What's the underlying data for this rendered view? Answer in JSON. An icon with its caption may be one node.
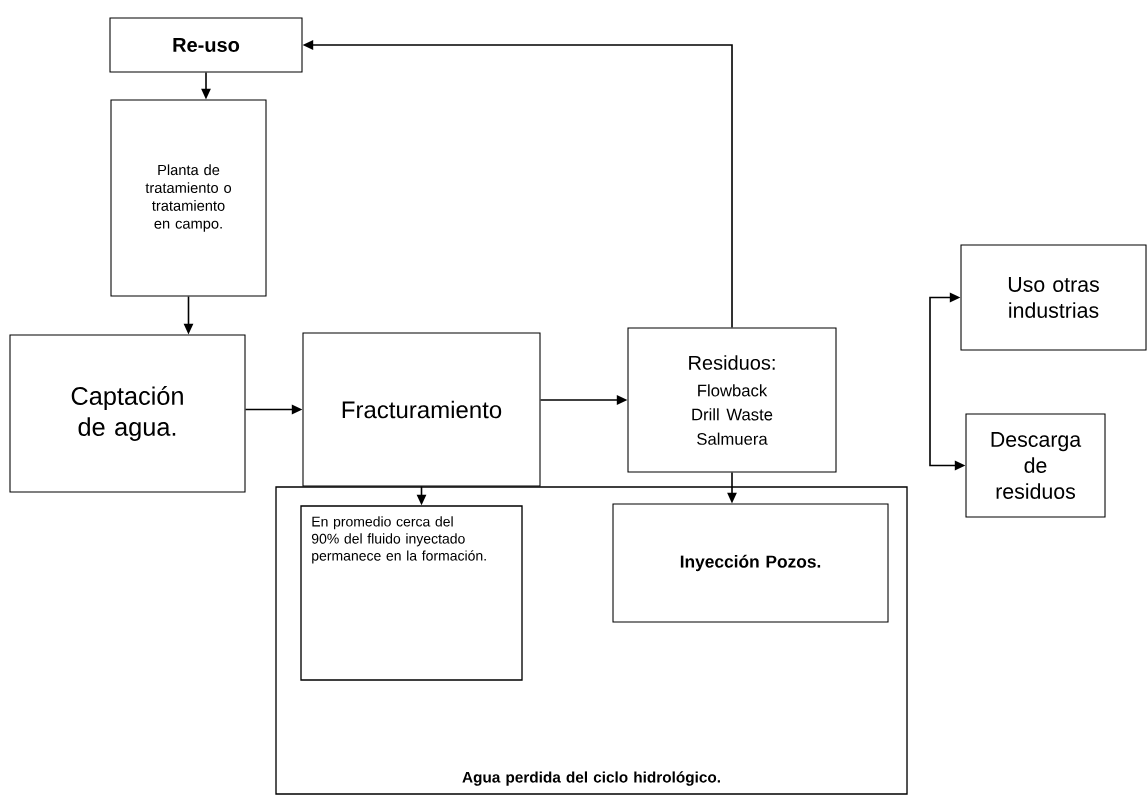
{
  "diagram": {
    "nodes": [
      {
        "text": [
          "Re-uso"
        ]
      },
      {
        "text": [
          "Planta de tratamiento o tratamiento en campo."
        ]
      },
      {
        "text": [
          "Captación de agua."
        ]
      },
      {
        "text": [
          "Fracturamiento"
        ]
      },
      {
        "text": [
          "Residuos:",
          "Flowback",
          "Drill Waste",
          "Salmuera"
        ]
      },
      {
        "text": [
          "Agua perdida del ciclo hidrológico."
        ]
      },
      {
        "text": [
          "En promedio cerca del 90% del fluido inyectado permanece en la formación."
        ],
        "in": 5
      },
      {
        "text": [
          "Inyección Pozos."
        ],
        "in": 5
      },
      {
        "text": [
          "Uso otras industrias"
        ]
      },
      {
        "text": [
          "Descarga de residuos"
        ]
      }
    ],
    "edges": [
      {
        "from": 0,
        "to": 1,
        "arrow": "to"
      },
      {
        "from": 1,
        "to": 2,
        "arrow": "to"
      },
      {
        "from": 2,
        "to": 3,
        "arrow": "to"
      },
      {
        "from": 3,
        "to": 4,
        "arrow": "to"
      },
      {
        "from": 4,
        "to": 0,
        "arrow": "to"
      },
      {
        "from": 3,
        "to": 6,
        "arrow": "to"
      },
      {
        "from": 4,
        "to": 7,
        "arrow": "to"
      },
      {
        "from": null,
        "to": 8,
        "arrow": "to"
      },
      {
        "from": null,
        "to": 9,
        "arrow": "to"
      }
    ]
  }
}
